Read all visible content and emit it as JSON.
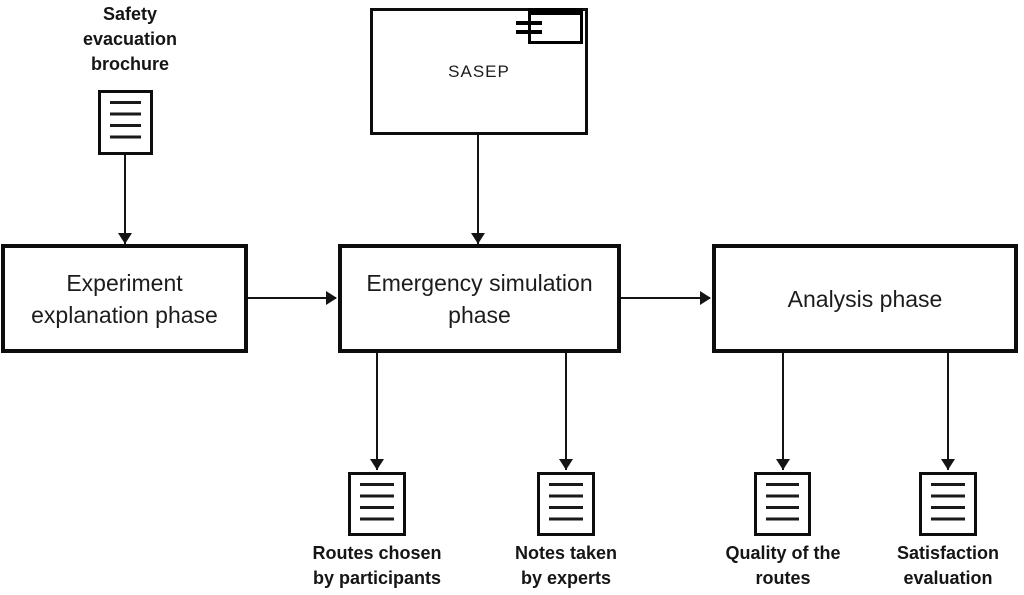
{
  "diagram": {
    "inputs": {
      "brochure": {
        "label": "Safety\nevacuation\nbrochure",
        "icon": "document-icon"
      },
      "sasep": {
        "label": "SASEP",
        "icon": "component-icon"
      }
    },
    "phases": [
      {
        "label": "Experiment\nexplanation phase"
      },
      {
        "label": "Emergency simulation\nphase"
      },
      {
        "label": "Analysis phase"
      }
    ],
    "outputs": [
      {
        "label": "Routes chosen\nby participants",
        "icon": "document-icon"
      },
      {
        "label": "Notes taken\nby experts",
        "icon": "document-icon"
      },
      {
        "label": "Quality of the\nroutes",
        "icon": "document-icon"
      },
      {
        "label": "Satisfaction\nevaluation",
        "icon": "document-icon"
      }
    ],
    "colors": {
      "line": "#141414",
      "border": "#0d0d0d",
      "text": "#1c1c1c",
      "background": "#ffffff"
    }
  }
}
